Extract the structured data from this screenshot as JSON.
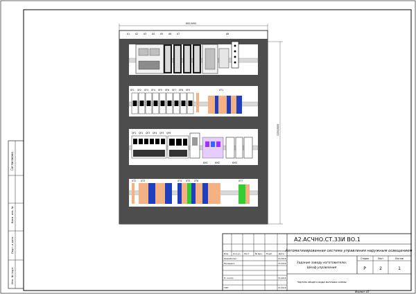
{
  "title_block": {
    "doc_code": "А2.АСЧНО.СТ.33И ВО.1",
    "project_name": "Автоматизированная система управления наружным освещением",
    "subtitle_line1": "Задание заводу изготовителю.",
    "subtitle_line2": "Шкаф управления",
    "sheet_desc": "Чертеж общего вида монтажа схемы",
    "header_cells": [
      "Изм.",
      "Кол.уч.",
      "Лист",
      "№ Док.",
      "Подп.",
      "Дата"
    ],
    "roles": [
      "Разработал",
      "Проверил",
      "",
      "Н. контр.",
      "",
      "ГИП"
    ],
    "date_value": "15.2016",
    "stage_label": "Стадия",
    "sheet_label": "Лист",
    "sheets_label": "Листов",
    "stage_value": "Р",
    "sheet_value": "2",
    "sheets_value": "1",
    "format_label": "Формат А3"
  },
  "side_stamps": [
    "Согласовано",
    "Взам. инв. №",
    "Подп. и дата",
    "Инв. № подл."
  ],
  "dimensions": {
    "width": "600,0000",
    "height": "1150,0000"
  },
  "callouts": {
    "row1": [
      "A1",
      "A2",
      "A3",
      "A4",
      "A5",
      "A6",
      "A7",
      "A8"
    ],
    "row2": [
      "SF1",
      "SF2",
      "SF3",
      "SF4",
      "SF5",
      "SF6",
      "SF7",
      "SF8",
      "SF9",
      "XT1"
    ],
    "row3": [
      "QF1",
      "QF2",
      "QF3",
      "QF4",
      "QF5",
      "QF6",
      "KM1",
      "KM2",
      "KM3"
    ],
    "row4": [
      "XT2",
      "XT3",
      "XT4",
      "XT5",
      "XT6",
      "XT7"
    ]
  }
}
